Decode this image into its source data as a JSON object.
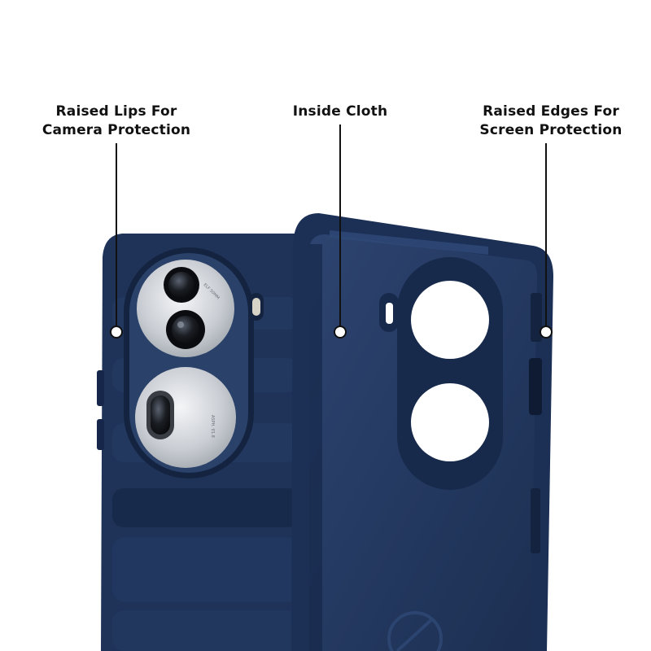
{
  "callouts": {
    "camera": {
      "line1": "Raised Lips For",
      "line2": "Camera Protection"
    },
    "cloth": {
      "line1": "Inside Cloth"
    },
    "edges": {
      "line1": "Raised Edges For",
      "line2": "Screen Protection"
    }
  },
  "lens_text": {
    "top": "ELF 50MM",
    "bottom": "ASPH. f/1.8"
  },
  "colors": {
    "case_navy": "#1f3358",
    "case_dark": "#14233f",
    "case_light": "#2c4470",
    "lens_silver": "#c9cdd3",
    "background": "#ffffff",
    "text": "#111111"
  }
}
